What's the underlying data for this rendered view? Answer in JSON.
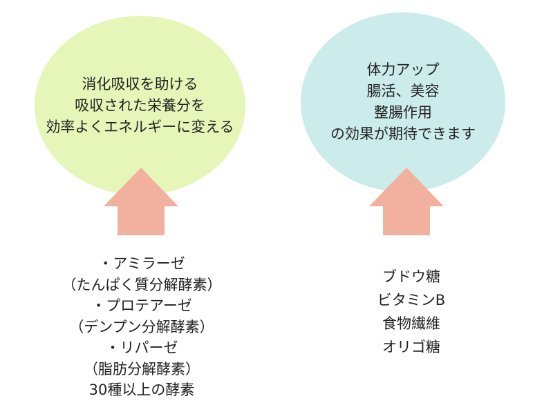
{
  "colors": {
    "left_circle": "#e6f5b8",
    "right_circle": "#ccebeb",
    "arrow": "#f2b09e",
    "text": "#222222"
  },
  "left": {
    "circle_lines": [
      "消化吸収を助ける",
      "吸収された栄養分を",
      "効率よくエネルギーに変える"
    ],
    "items": [
      "・アミラーゼ",
      "（たんぱく質分解酵素）",
      "・プロテアーゼ",
      "（デンプン分解酵素）",
      "・リパーゼ",
      "（脂肪分解酵素）",
      "30種以上の酵素"
    ]
  },
  "right": {
    "circle_lines": [
      "体力アップ",
      "腸活、美容",
      "整腸作用",
      "の効果が期待できます"
    ],
    "items": [
      "ブドウ糖",
      "ビタミンB",
      "食物繊維",
      "オリゴ糖"
    ]
  }
}
